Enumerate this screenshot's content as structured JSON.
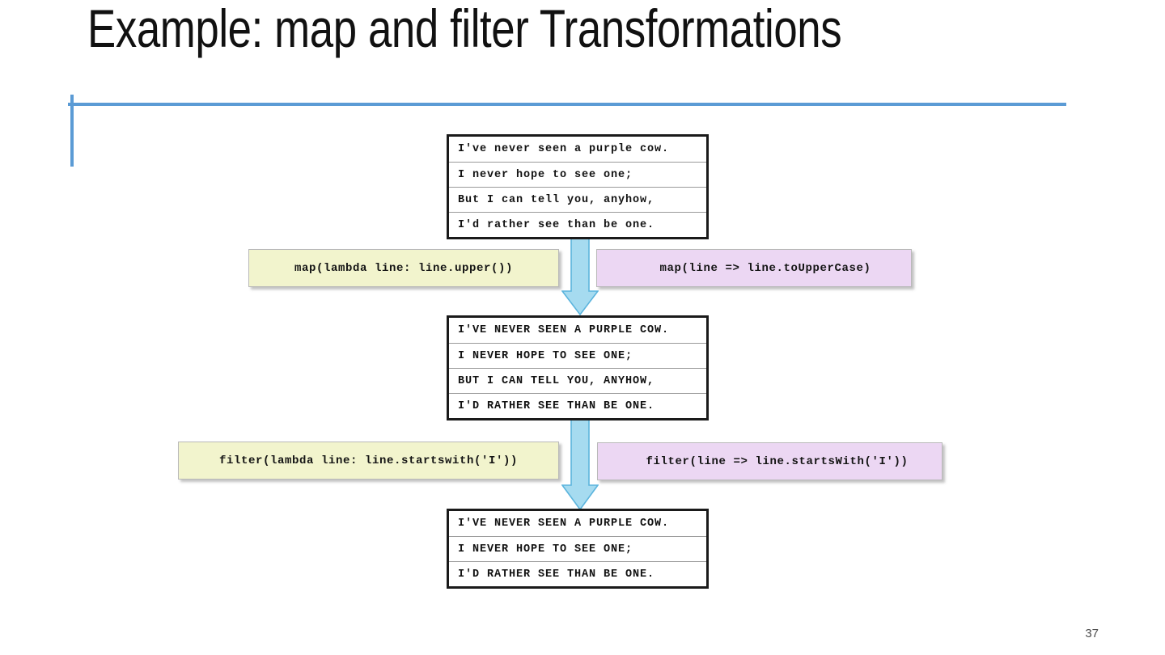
{
  "slide": {
    "title": "Example: map and filter Transformations",
    "page_number": "37",
    "accent_color": "#5b9bd5"
  },
  "colors": {
    "rule_blue": "#5b9bd5",
    "arrow_fill": "#a6dbf0",
    "arrow_stroke": "#5bb4dd",
    "python_box_fill": "#f2f4cd",
    "scala_box_fill": "#ecd7f3",
    "table_border": "#1a1a1a",
    "row_divider": "#9a9a9a"
  },
  "diagram": {
    "tables": {
      "original": {
        "name": "original-lines",
        "rows": [
          "I've never seen a purple cow.",
          "I never hope to see one;",
          "But I can tell you, anyhow,",
          "I'd rather see than be one."
        ]
      },
      "mapped": {
        "name": "uppercased-lines",
        "rows": [
          "I'VE NEVER SEEN A PURPLE COW.",
          "I NEVER HOPE TO SEE ONE;",
          "BUT I CAN TELL YOU, ANYHOW,",
          "I'D RATHER SEE THAN BE ONE."
        ]
      },
      "filtered": {
        "name": "filtered-lines",
        "rows": [
          "I'VE NEVER SEEN A PURPLE COW.",
          "I NEVER HOPE TO SEE ONE;",
          "I'D RATHER SEE THAN BE ONE."
        ]
      }
    },
    "code_boxes": {
      "map_python": "map(lambda line: line.upper())",
      "map_scala": "map(line => line.toUpperCase)",
      "filter_python": "filter(lambda line: line.startswith('I'))",
      "filter_scala": "filter(line => line.startsWith('I'))"
    },
    "arrows": [
      {
        "name": "map-transformation-arrow",
        "direction": "down"
      },
      {
        "name": "filter-transformation-arrow",
        "direction": "down"
      }
    ]
  }
}
